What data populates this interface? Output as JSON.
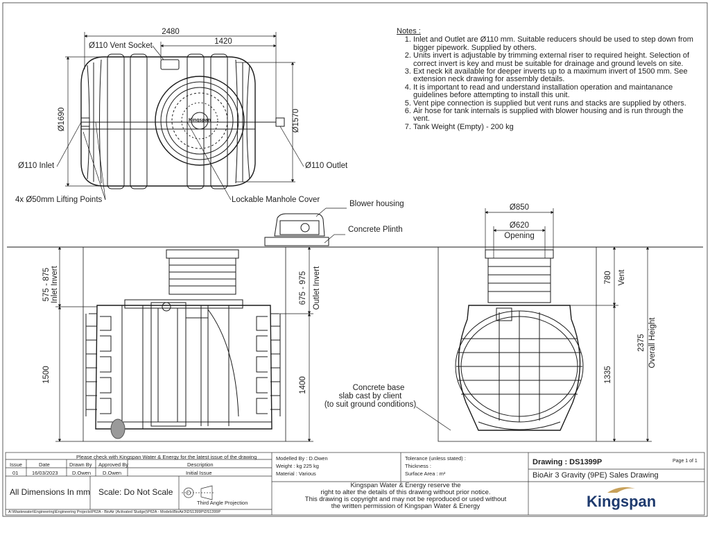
{
  "dimensions": {
    "overall_length": "2480",
    "inner_length": "1420",
    "vent_socket": "Ø110 Vent Socket",
    "width_outer": "Ø1690",
    "width_inner": "Ø1570",
    "inlet": "Ø110 Inlet",
    "outlet": "Ø110 Outlet",
    "lifting_points": "4x Ø50mm Lifting Points",
    "manhole_cover": "Lockable Manhole Cover",
    "blower_housing": "Blower housing",
    "concrete_plinth": "Concrete Plinth",
    "inlet_invert_range": "575 - 875",
    "inlet_invert_label": "Inlet Invert",
    "outlet_invert_range": "675 - 975",
    "outlet_invert_label": "Outlet Invert",
    "inlet_height": "1500",
    "outlet_height": "1400",
    "concrete_base": [
      "Concrete base",
      "slab cast by client",
      "(to suit ground conditions)"
    ],
    "neck_outer": "Ø850",
    "neck_inner": "Ø620",
    "opening": "Opening",
    "vent_height": "780",
    "vent_label": "Vent",
    "overall_height": "2375",
    "overall_height_label": "Overall Height",
    "bottom_height": "1335",
    "logo_text": "Kingspan"
  },
  "notes": {
    "heading": "Notes :",
    "items": [
      "Inlet and Outlet are Ø110 mm. Suitable reducers should be used to step down from bigger pipework. Supplied by others.",
      "Units invert is adjustable by trimming external riser to required height. Selection of correct invert is key and must be suitable for drainage and ground levels on site.",
      "Ext neck kit available for deeper inverts up to a maximum invert of 1500 mm. See extension neck drawing for assembly details.",
      "It is important to read and understand installation operation and maintanance guidelines before attempting to install this unit.",
      "Vent pipe connection is supplied but vent runs and stacks are supplied by others.",
      "Air hose for tank internals is supplied with blower housing and is run through the vent.",
      "Tank Weight (Empty) - 200 kg"
    ]
  },
  "title_block": {
    "check_notice": "Please check with Kingspan Water & Energy for the latest issue of the drawing",
    "headers": [
      "Issue",
      "Date",
      "Drawn By",
      "Approved By",
      "Description"
    ],
    "row": [
      "01",
      "16/03/2023",
      "D.Owen",
      "D.Owen",
      "Initial Issue"
    ],
    "modelled_by": "Modelled By : D.Owen",
    "weight": "Weight : kg 225 kg",
    "material": "Material : Various",
    "tolerance": "Tolerance (unless stated) :",
    "thickness": "Thickness :",
    "surface_area": "Surface Area : m²",
    "drawing_no": "Drawing : DS1399P",
    "page": "Page 1 of 1",
    "drawing_title": "BioAir 3 Gravity (9PE) Sales Drawing",
    "all_dims": "All Dimensions In mm",
    "scale": "Scale: Do Not Scale",
    "projection": "Third Angle Projection",
    "disclaimer": [
      "Kingspan Water & Energy reserve the",
      "right to alter the details of this drawing without prior notice.",
      "This drawing is copyright and may not be reproduced or used without",
      "the written permission of Kingspan Water & Energy"
    ],
    "brand": "Kingspan",
    "file_path": "A:\\Wastewater\\Engineering\\Engineering Projects\\P62A - BioAir (Activated Sludge)\\P62A - Models\\BioAir3\\DS1399P\\DS1399P"
  },
  "colors": {
    "line": "#1a1a1a",
    "brand_blue": "#1e3a6e",
    "brand_gold": "#c8a15a"
  }
}
